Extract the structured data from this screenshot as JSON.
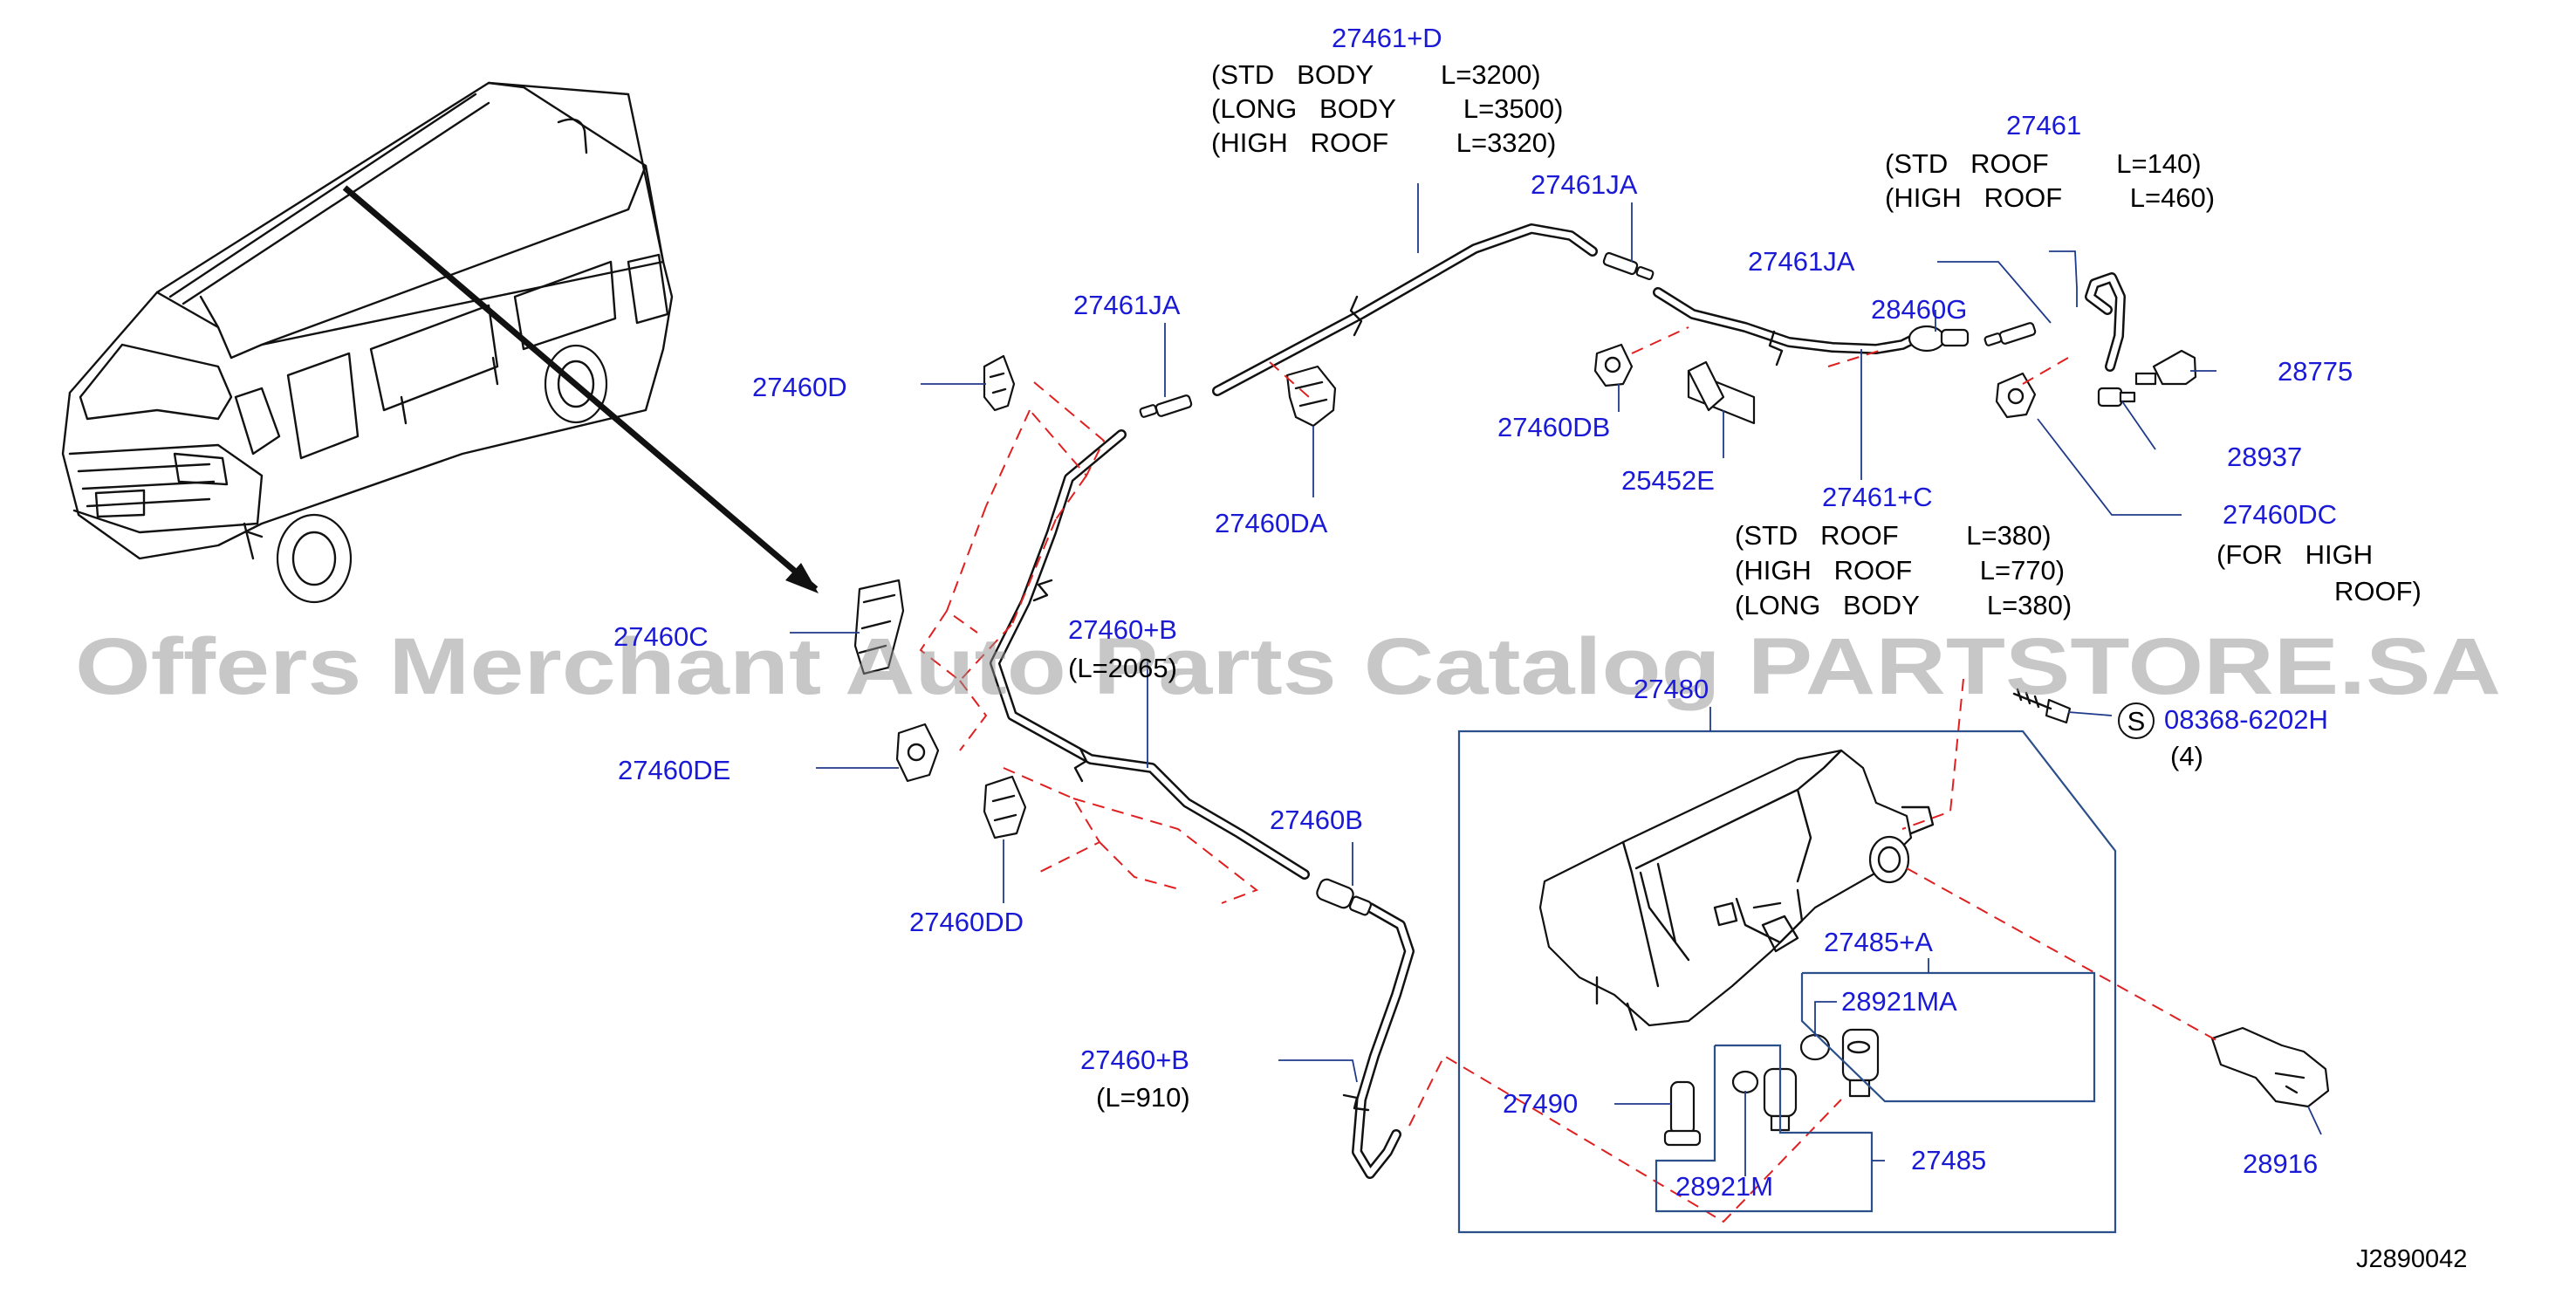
{
  "diagram": {
    "callouts": {
      "c27461_d": "27461+D",
      "c27461ja_top": "27461JA",
      "c27461": "27461",
      "c27461ja_left": "27461JA",
      "c27461ja_right": "27461JA",
      "c28460g": "28460G",
      "c27460d": "27460D",
      "c28775": "28775",
      "c27460db": "27460DB",
      "c27460da": "27460DA",
      "c25452e": "25452E",
      "c28937": "28937",
      "c27461_c": "27461+C",
      "c27460dc": "27460DC",
      "c27460c": "27460C",
      "c27460_b_mid": "27460+B",
      "c08368": "08368-6202H",
      "c27480": "27480",
      "c27460de": "27460DE",
      "c27460b": "27460B",
      "c27460dd": "27460DD",
      "c27485_a": "27485+A",
      "c28921ma": "28921MA",
      "c27460_b_low": "27460+B",
      "c27490": "27490",
      "c27485": "27485",
      "c28921m": "28921M",
      "c28916": "28916"
    },
    "notes": {
      "d_std": "(STD   BODY         L=3200)",
      "d_long": "(LONG   BODY         L=3500)",
      "d_high": "(HIGH   ROOF         L=3320)",
      "p27461_std": "(STD   ROOF         L=140)",
      "p27461_high": "(HIGH   ROOF         L=460)",
      "c_std": "(STD   ROOF         L=380)",
      "c_high": "(HIGH   ROOF         L=770)",
      "c_long": "(LONG   BODY         L=380)",
      "dc_for": "(FOR   HIGH",
      "dc_roof": "ROOF)",
      "b_mid_len": "(L=2065)",
      "b_low_len": "(L=910)",
      "qty": "(4)",
      "screw_symbol": "S"
    },
    "drawing_code": "J2890042",
    "watermark": "Offers Merchant Auto Parts Catalog PARTSTORE.SA",
    "colors": {
      "part_number": "#1a1ad6",
      "leader": "#1f3a8a",
      "dashed_guide": "#e02020",
      "watermark": "#8f8f8f"
    }
  }
}
